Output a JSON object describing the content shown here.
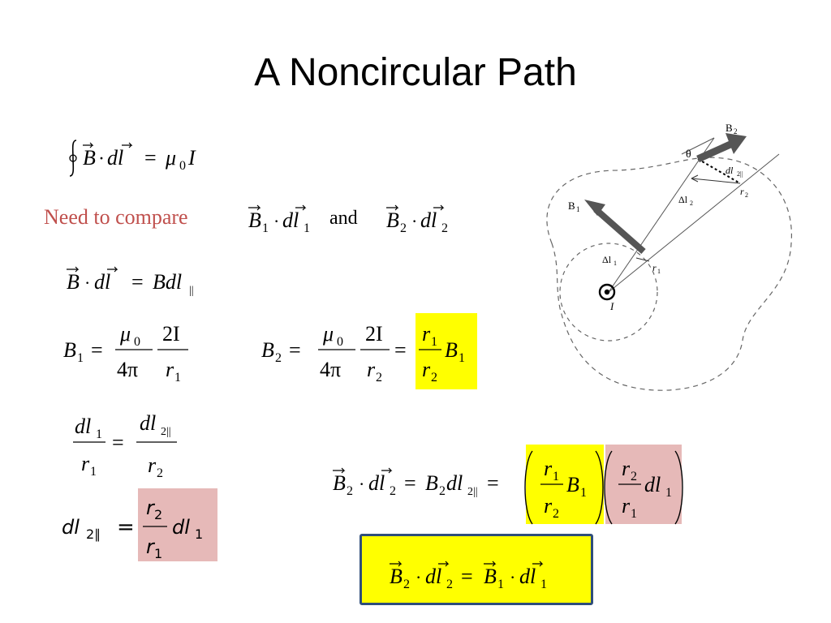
{
  "title": "A Noncircular Path",
  "ampere_law": {
    "B": "B",
    "dl": "dl",
    "equals": "=",
    "mu": "μ",
    "mu_sub": "0",
    "I": "I",
    "dot": "·"
  },
  "compare": {
    "prefix": "Need to compare",
    "conj": "and",
    "B1": "B",
    "s1": "1",
    "dl1": "dl",
    "B2": "B",
    "s2": "2",
    "dl2": "dl"
  },
  "parallel_eq": {
    "lhs_B": "B",
    "lhs_dl": "dl",
    "rhs": "Bdl",
    "rhs_sub": "||"
  },
  "b1_eq": {
    "B": "B",
    "sub": "1",
    "num1": "μ",
    "num1_sub": "0",
    "den1": "4π",
    "num2": "2I",
    "den2": "r",
    "den2_sub": "1"
  },
  "b2_eq": {
    "B": "B",
    "sub": "2",
    "num1": "μ",
    "num1_sub": "0",
    "den1": "4π",
    "num2": "2I",
    "den2": "r",
    "den2_sub": "2",
    "ratio_num": "r",
    "ratio_num_sub": "1",
    "ratio_den": "r",
    "ratio_den_sub": "2",
    "tail": "B",
    "tail_sub": "1"
  },
  "ratio_eq": {
    "num_l": "dl",
    "num_l_sub": "1",
    "den_l": "r",
    "den_l_sub": "1",
    "num_r": "dl",
    "num_r_sub": "2||",
    "den_r": "r",
    "den_r_sub": "2"
  },
  "dl2_eq": {
    "lhs": "dl",
    "lhs_sub": "2∥",
    "num": "r",
    "num_sub": "2",
    "den": "r",
    "den_sub": "1",
    "tail": "dl",
    "tail_sub": "1"
  },
  "long_eq": {
    "B": "B",
    "s2": "2",
    "dl": "dl",
    "mid": "B",
    "mid_dl": "dl",
    "mid_sub": "2||",
    "r1": "r",
    "r1s": "1",
    "r2": "r",
    "r2s": "2",
    "B1": "B",
    "B1s": "1",
    "p_num": "r",
    "p_num_s": "2",
    "p_den": "r",
    "p_den_s": "1",
    "p_tail": "dl",
    "p_tail_s": "1"
  },
  "result_eq": {
    "B2": "B",
    "s2": "2",
    "dl2": "dl",
    "B1": "B",
    "s1": "1",
    "dl1": "dl"
  },
  "diagram": {
    "label_B2": "B",
    "label_B2_sub": "2",
    "label_B1": "B",
    "label_B1_sub": "1",
    "label_theta": "θ",
    "label_dl2par": "dl",
    "label_dl2par_sub": "2||",
    "label_delta_l2": "Δl",
    "label_delta_l2_sub": "2",
    "label_r2": "r",
    "label_r2_sub": "2",
    "label_delta_l1": "Δl",
    "label_delta_l1_sub": "1",
    "label_r1": "r",
    "label_r1_sub": "1",
    "label_I": "I"
  },
  "colors": {
    "highlight_yellow": "#ffff00",
    "highlight_pink": "#e6b9b8",
    "red_text": "#c0504d",
    "box_border": "#2f4e7a"
  }
}
